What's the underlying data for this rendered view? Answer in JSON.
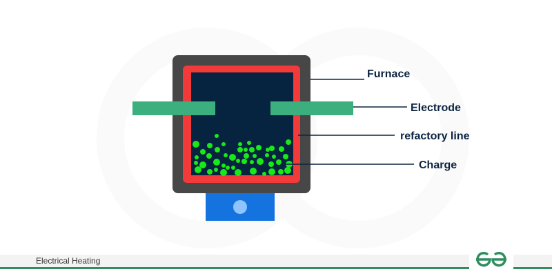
{
  "diagram": {
    "title": "Electrical Heating",
    "labels": {
      "furnace": "Furnace",
      "electrode": "Electrode",
      "refractory": "refactory line",
      "charge": "Charge"
    },
    "colors": {
      "furnace_shell": "#474747",
      "refractory": "#f23a3a",
      "interior": "#062440",
      "electrode": "#3bb07e",
      "charge": "#19e819",
      "base": "#1573e0",
      "base_dot": "#8fc4ff",
      "brand": "#2f8d5e"
    }
  },
  "footer": {
    "caption": "Electrical Heating",
    "logo": "GfG"
  }
}
